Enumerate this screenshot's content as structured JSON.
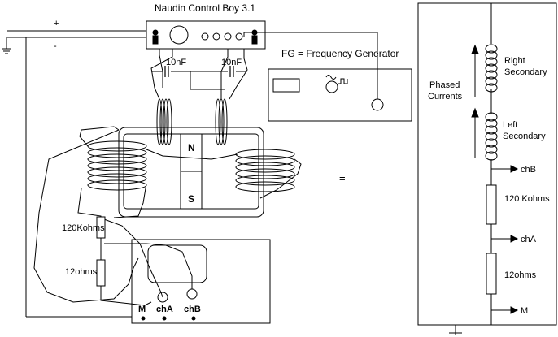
{
  "labels": {
    "controller_title": "Naudin Control Boy 3.1",
    "plus_sign": "+",
    "minus_sign": "-",
    "cap_left": "10nF",
    "cap_right": "10nF",
    "fg_legend": "FG = Frequency Generator",
    "magnet_north": "N",
    "magnet_south": "S",
    "equals_sign": "=",
    "res_120_left": "120Kohms",
    "res_12_left": "12ohms",
    "scope_m": "M",
    "scope_cha": "chA",
    "scope_chb": "chB",
    "right_secondary_line1": "Right",
    "right_secondary_line2": "Secondary",
    "left_secondary_line1": "Left",
    "left_secondary_line2": "Secondary",
    "phased_line1": "Phased",
    "phased_line2": "Currents",
    "schem_chb": "chB",
    "schem_120": "120 Kohms",
    "schem_cha": "chA",
    "schem_12": "12ohms",
    "schem_m": "M"
  }
}
